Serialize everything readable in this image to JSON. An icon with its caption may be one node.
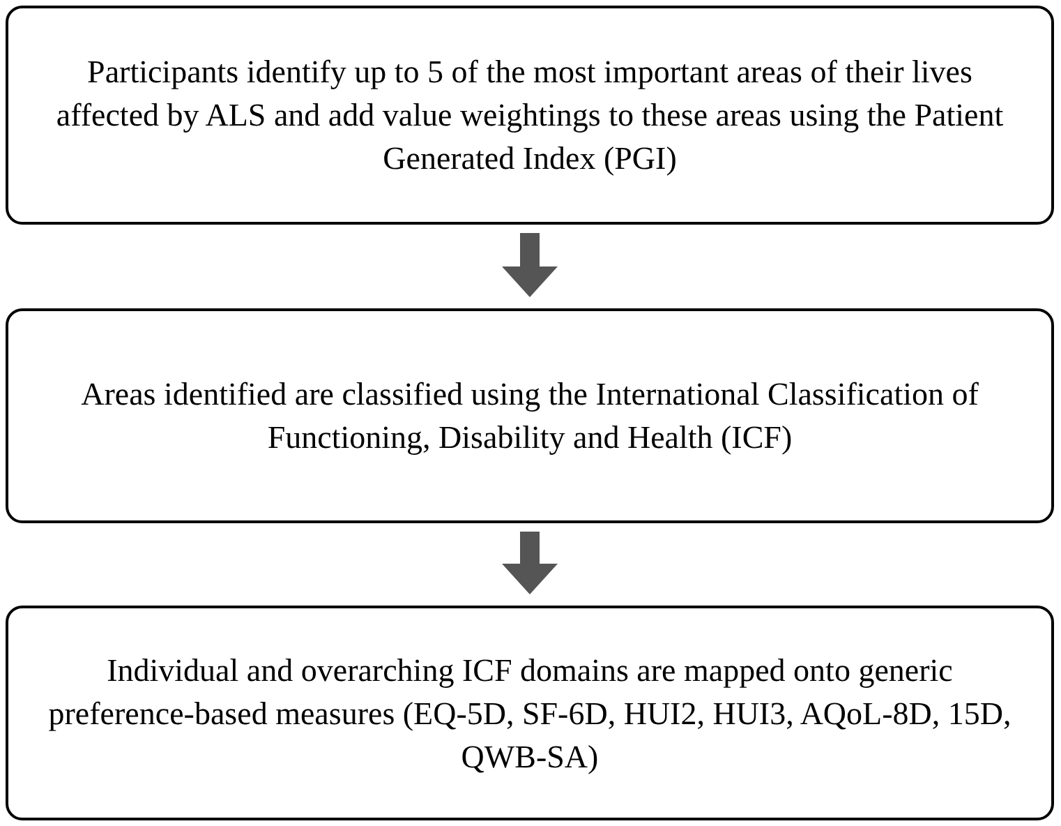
{
  "diagram": {
    "nodes": [
      {
        "text": [
          "Participants identify up to 5 of the most important areas of their lives affected by ALS and add value weightings to these areas using the Patient Generated Index (PGI)"
        ]
      },
      {
        "text": [
          "Areas identified are classified using the International Classification of Functioning, Disability and Health (ICF)"
        ]
      },
      {
        "text": [
          "Individual and overarching ICF domains are mapped onto generic preference-based measures (EQ-5D, SF-6D, HUI2, HUI3, AQoL-8D, 15D, QWB-SA)"
        ]
      }
    ],
    "edges": [
      {
        "from": 0,
        "to": 1,
        "arrow": "to"
      },
      {
        "from": 1,
        "to": 2,
        "arrow": "to"
      }
    ]
  }
}
